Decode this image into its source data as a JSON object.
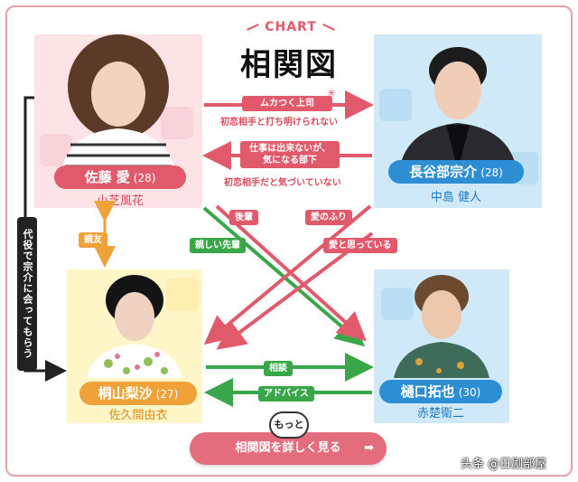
{
  "header": {
    "kicker": "CHART",
    "title": "相関図"
  },
  "characters": {
    "sato": {
      "name": "佐藤 愛",
      "age": "(28)",
      "actor": "小芝風花"
    },
    "hasebe": {
      "name": "長谷部宗介",
      "age": "(28)",
      "actor": "中島 健人"
    },
    "kiriyama": {
      "name": "桐山梨沙",
      "age": "(27)",
      "actor": "佐久間由衣"
    },
    "higuchi": {
      "name": "樋口拓也",
      "age": "(30)",
      "actor": "赤楚衛二"
    }
  },
  "relations": {
    "top_arrow_tag": "ムカつく上司",
    "top_arrow_note": "初恋相手と打ち明けられない",
    "bottom_arrow_tag": "仕事は出来ないが、\n気になる部下",
    "bottom_arrow_note": "初恋相手だと気づいていない",
    "sato_kiriyama": "親友",
    "senior": "後輩",
    "close_senior": "親しい先輩",
    "love_pretend": "愛のふり",
    "thinks_love": "愛と思っている",
    "consult": "相談",
    "advice": "アドバイス",
    "side_note": "代役で宗介に会ってもらう"
  },
  "cta": {
    "label": "相関図を詳しく見る",
    "badge": "もっと",
    "arrow": "➡"
  },
  "watermark": "头条 @日剧部屋",
  "colors": {
    "red": "#e05a6b",
    "blue": "#2e8ed4",
    "green": "#3aa64a",
    "orange": "#f0a23a"
  }
}
